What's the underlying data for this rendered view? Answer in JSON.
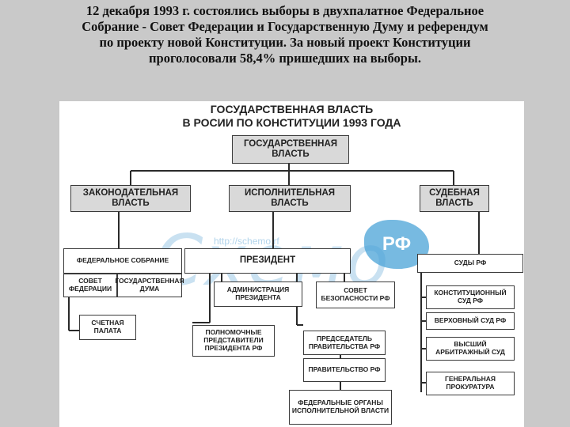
{
  "caption": {
    "line1": "12 декабря 1993 г. состоялись выборы в двухпалатное Федеральное",
    "line2": "Собрание - Совет Федерации и Государственную Думу и референдум",
    "line3": "по проекту новой Конституции. За новый проект Конституции",
    "line4": "проголосовали 58,4% пришедших на выборы."
  },
  "diagram": {
    "title_line1": "ГОСУДАРСТВЕННАЯ ВЛАСТЬ",
    "title_line2": "В РОСИИ ПО КОНСТИТУЦИИ 1993 ГОДА",
    "root": "ГОСУДАРСТВЕННАЯ ВЛАСТЬ",
    "branches": {
      "legislative": "ЗАКОНОДАТЕЛЬНАЯ ВЛАСТЬ",
      "executive": "ИСПОЛНИТЕЛЬНАЯ ВЛАСТЬ",
      "judicial": "СУДЕБНАЯ ВЛАСТЬ"
    },
    "legislative": {
      "assembly": "ФЕДЕРАЛЬНОЕ СОБРАНИЕ",
      "council": "СОВЕТ ФЕДЕРАЦИИ",
      "duma": "ГОСУДАРСТВЕННАЯ ДУМА",
      "chamber": "СЧЕТНАЯ ПАЛАТА"
    },
    "executive": {
      "president": "ПРЕЗИДЕНТ",
      "administration": "АДМИНИСТРАЦИЯ ПРЕЗИДЕНТА",
      "security_council": "СОВЕТ БЕЗОПАСНОСТИ РФ",
      "envoys": "ПОЛНОМОЧНЫЕ ПРЕДСТАВИТЕЛИ ПРЕЗИДЕНТА РФ",
      "pm": "ПРЕДСЕДАТЕЛЬ ПРАВИТЕЛЬСТВА РФ",
      "government": "ПРАВИТЕЛЬСТВО РФ",
      "federal_bodies": "ФЕДЕРАЛЬНЫЕ ОРГАНЫ ИСПОЛНИТЕЛЬНОЙ ВЛАСТИ"
    },
    "judicial": {
      "courts": "СУДЫ РФ",
      "constitutional": "КОНСТИТУЦИОННЫЙ СУД РФ",
      "supreme": "ВЕРХОВНЫЙ СУД РФ",
      "arbitration": "ВЫСШИЙ АРБИТРАЖНЫЙ СУД",
      "prosecutor": "ГЕНЕРАЛЬНАЯ ПРОКУРАТУРА"
    }
  },
  "watermark": {
    "text": "Схемо",
    "badge": "РФ",
    "url": "http://schemo.rf"
  },
  "colors": {
    "background": "#c9c9c9",
    "watermark": "#4aa3d8"
  }
}
